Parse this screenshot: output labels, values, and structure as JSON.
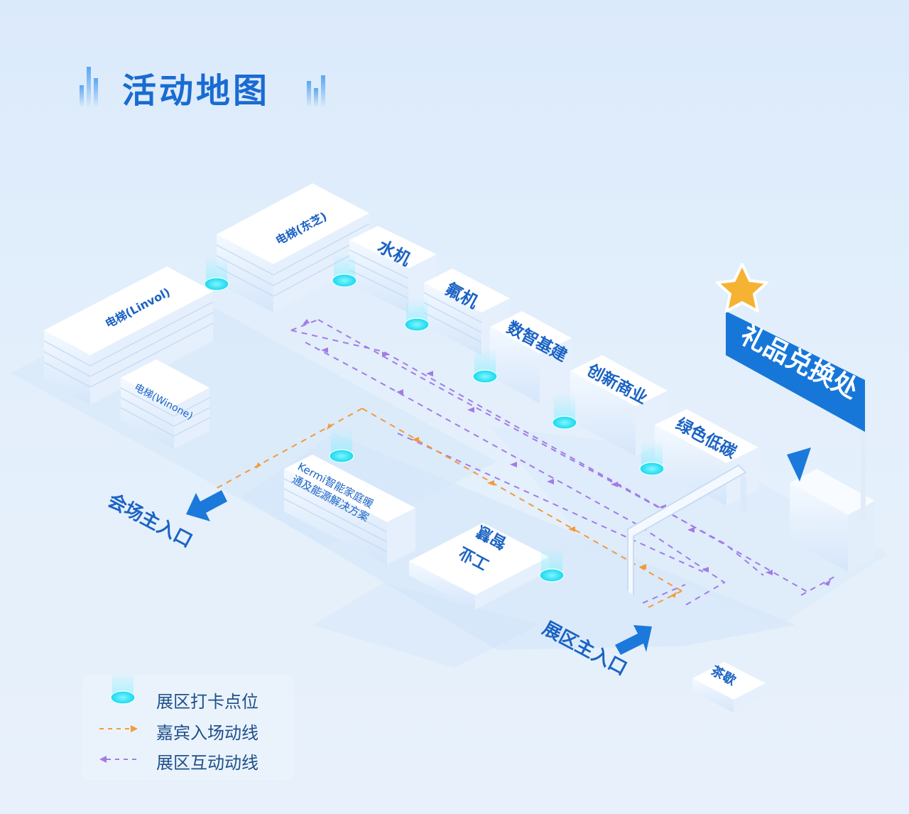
{
  "title": "活动地图",
  "colors": {
    "title_blue": "#1a6bd1",
    "label_blue": "#1b63c4",
    "checkpoint_cyan": "#2ee6f6",
    "guest_route": "#f39a3d",
    "interactive_route": "#a27be6",
    "flag_blue": "#1677d9",
    "star": "#f6b233"
  },
  "zones": {
    "elevator_toshiba": "电梯(东芝)",
    "water_chiller": "水机",
    "fluorine_chiller": "氟机",
    "digital_infra": "数智基建",
    "innovative_business": "创新商业",
    "green_low_carbon": "绿色低碳",
    "elevator_linvol": "电梯(Linvol)",
    "elevator_winone": "电梯(Winone)",
    "kermi_line1": "Kermi智能家庭暖",
    "kermi_line2": "通及能源解决方案",
    "smart_industry_line1": "智慧",
    "smart_industry_line2": "工业",
    "tea_break": "茶歇"
  },
  "gift_exchange": "礼品兑换处",
  "entrances": {
    "venue_main": "会场主入口",
    "exhibition_main": "展区主入口"
  },
  "legend": {
    "checkpoint": "展区打卡点位",
    "guest_route": "嘉宾入场动线",
    "interactive_route": "展区互动动线"
  }
}
